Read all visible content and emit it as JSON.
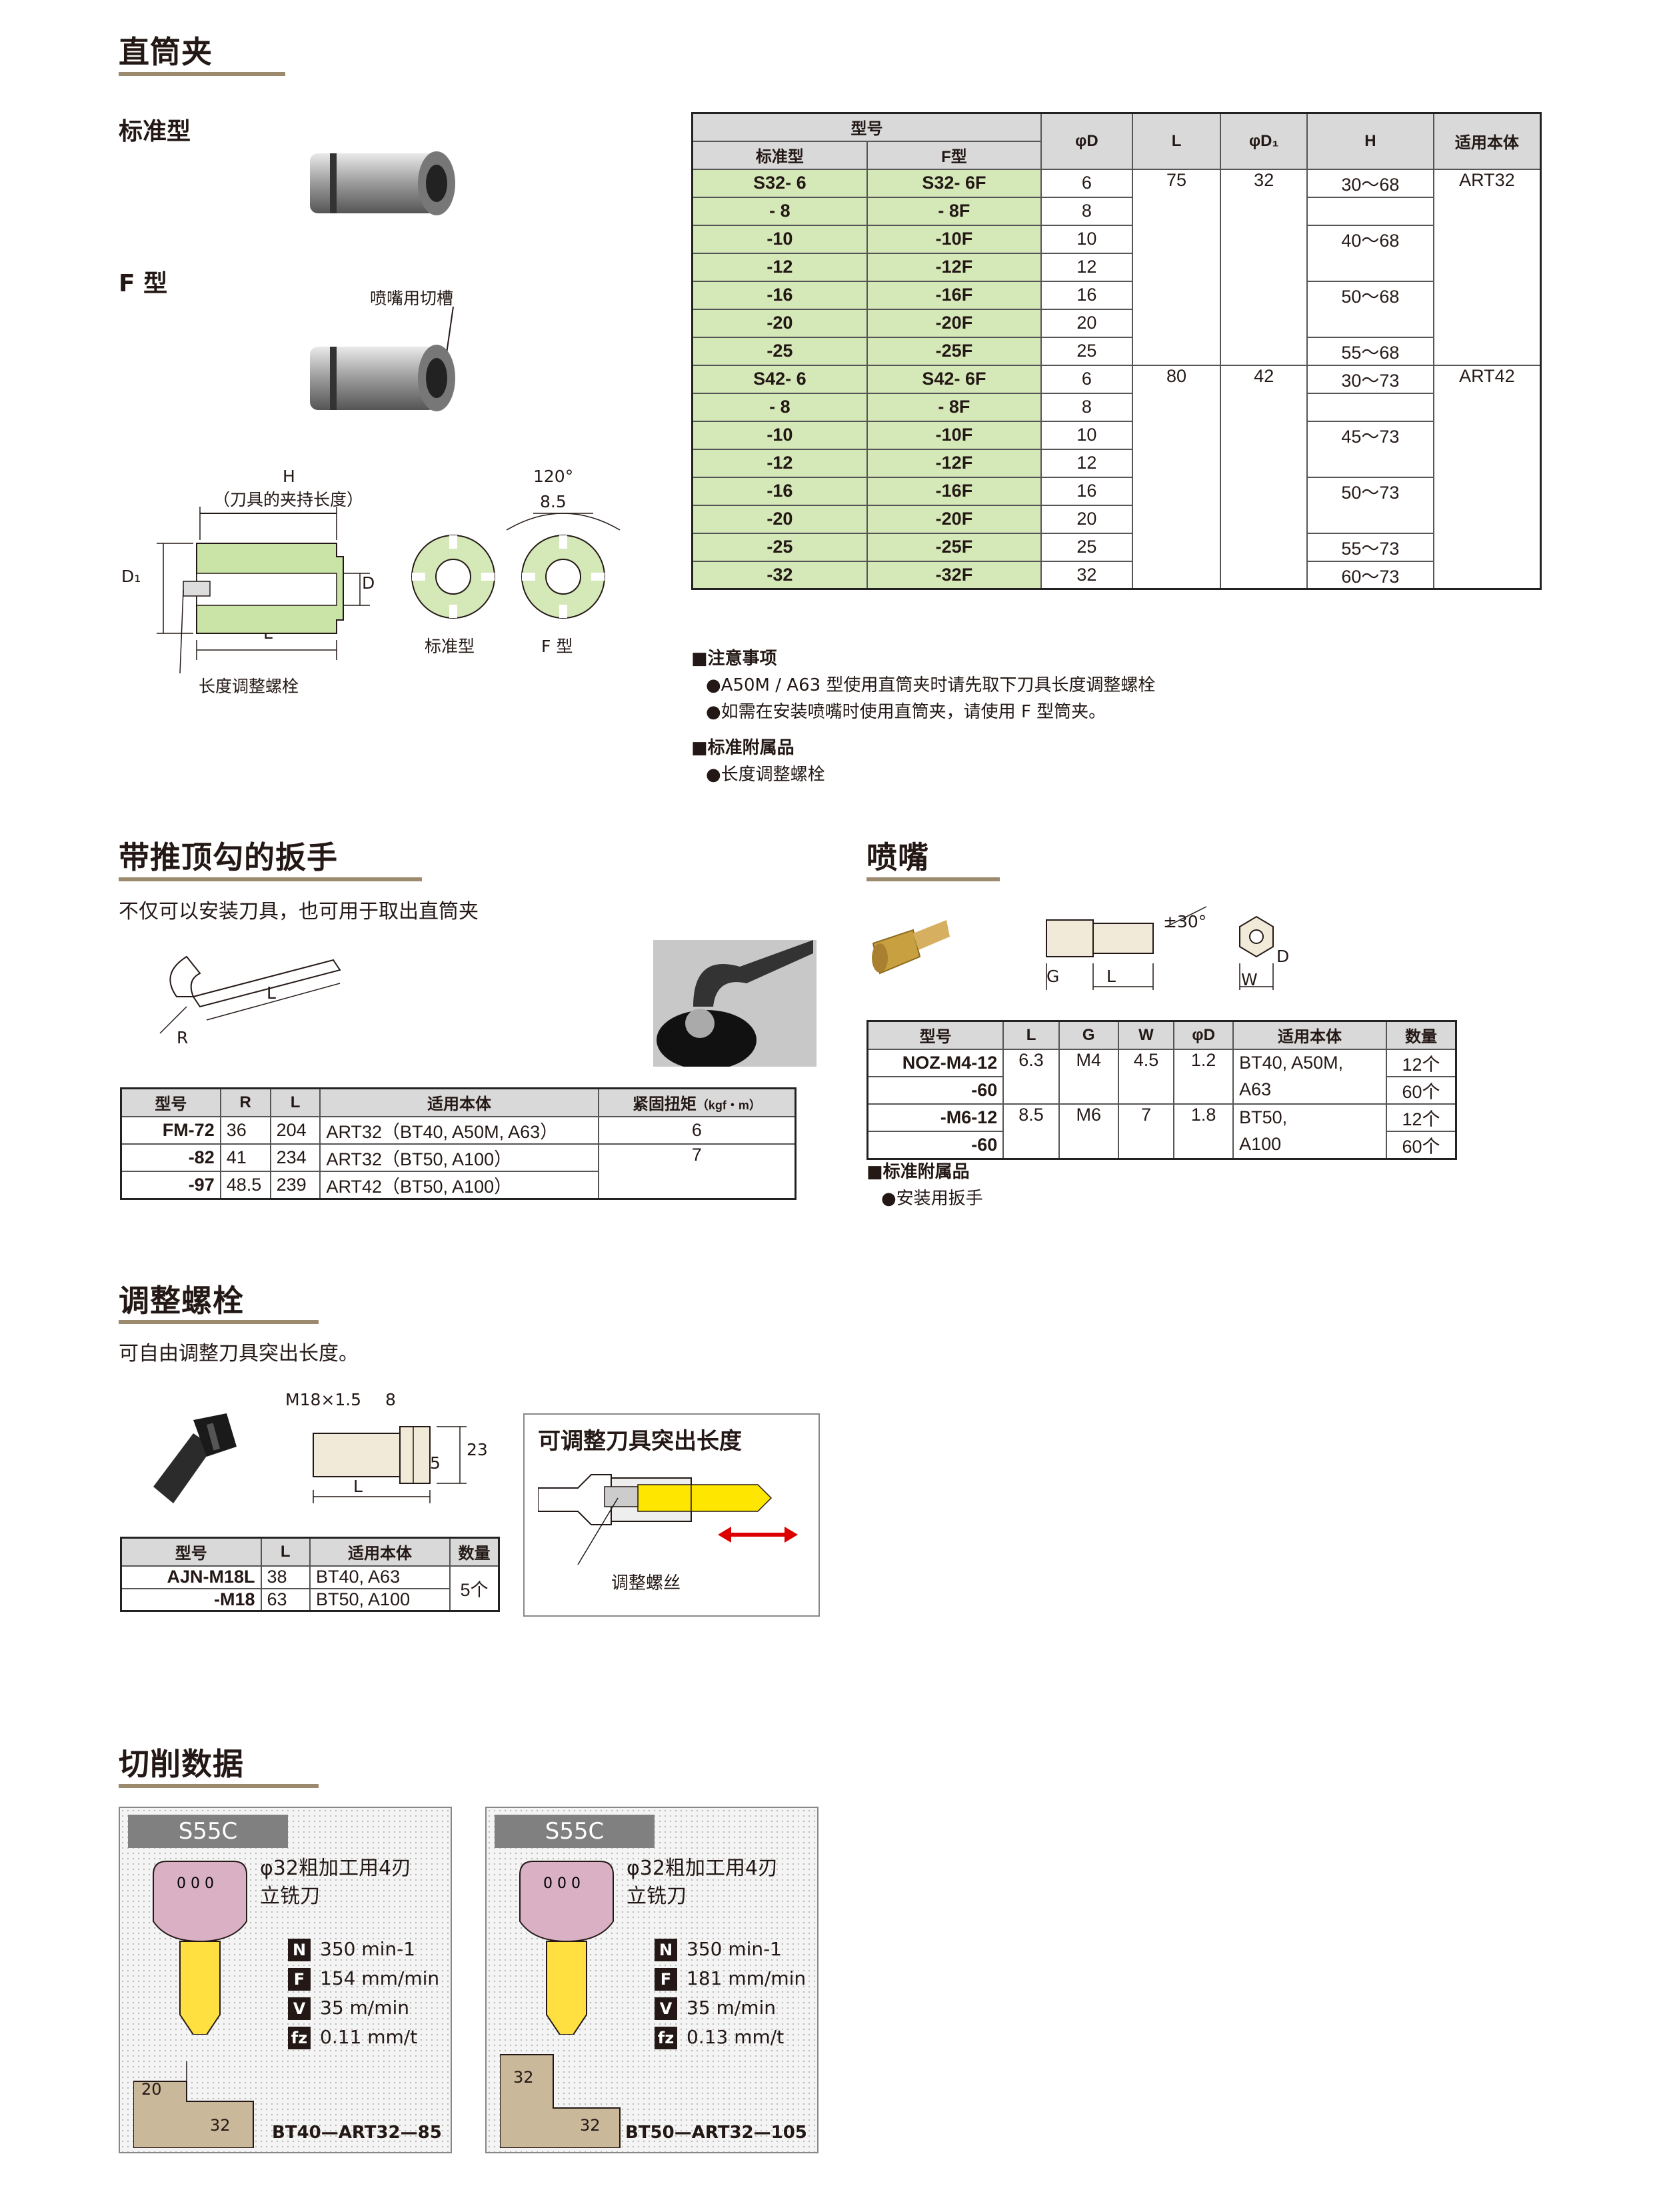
{
  "collet": {
    "title": "直筒夹",
    "std_label": "标准型",
    "f_label": "F 型",
    "slot_label": "喷嘴用切槽",
    "diagram": {
      "h": "H",
      "h_desc": "（刀具的夹持长度）",
      "d1": "D₁",
      "d": "D",
      "l": "L",
      "bolt": "长度调整螺栓",
      "angle": "120°",
      "dim": "8.5",
      "std": "标准型",
      "f": "F 型"
    },
    "table": {
      "h_model": "型号",
      "h_std": "标准型",
      "h_f": "F型",
      "h_d": "φD",
      "h_l": "L",
      "h_d1": "φD₁",
      "h_h": "H",
      "h_body": "适用本体",
      "rows": [
        [
          "S32- 6",
          "S32- 6F",
          "6"
        ],
        [
          "- 8",
          "- 8F",
          "8"
        ],
        [
          "-10",
          "-10F",
          "10"
        ],
        [
          "-12",
          "-12F",
          "12"
        ],
        [
          "-16",
          "-16F",
          "16"
        ],
        [
          "-20",
          "-20F",
          "20"
        ],
        [
          "-25",
          "-25F",
          "25"
        ],
        [
          "S42- 6",
          "S42- 6F",
          "6"
        ],
        [
          "- 8",
          "- 8F",
          "8"
        ],
        [
          "-10",
          "-10F",
          "10"
        ],
        [
          "-12",
          "-12F",
          "12"
        ],
        [
          "-16",
          "-16F",
          "16"
        ],
        [
          "-20",
          "-20F",
          "20"
        ],
        [
          "-25",
          "-25F",
          "25"
        ],
        [
          "-32",
          "-32F",
          "32"
        ]
      ],
      "g1": {
        "l": "75",
        "d1": "32",
        "body": "ART32",
        "h": [
          "30～68",
          "40～68",
          "50～68",
          "55～68"
        ]
      },
      "g2": {
        "l": "80",
        "d1": "42",
        "body": "ART42",
        "h": [
          "30～73",
          "45～73",
          "50～73",
          "55～73",
          "60～73"
        ]
      }
    },
    "notes": {
      "t1": "■注意事项",
      "n1": "●A50M / A63 型使用直筒夹时请先取下刀具长度调整螺栓",
      "n2": "●如需在安装喷嘴时使用直筒夹，请使用 F 型筒夹。",
      "t2": "■标准附属品",
      "n3": "●长度调整螺栓"
    }
  },
  "wrench": {
    "title": "带推顶勾的扳手",
    "desc": "不仅可以安装刀具，也可用于取出直筒夹",
    "dim_l": "L",
    "dim_r": "R",
    "table": {
      "headers": [
        "型号",
        "R",
        "L",
        "适用本体",
        "紧固扭矩"
      ],
      "unit": "（kgf・m）",
      "rows": [
        [
          "FM-72",
          "36",
          "204",
          "ART32（BT40, A50M, A63）"
        ],
        [
          "-82",
          "41",
          "234",
          "ART32（BT50, A100）"
        ],
        [
          "-97",
          "48.5",
          "239",
          "ART42（BT50, A100）"
        ]
      ],
      "torque": [
        "6",
        "7"
      ]
    }
  },
  "nozzle": {
    "title": "喷嘴",
    "dims": {
      "angle": "±30°",
      "g": "G",
      "l": "L",
      "w": "W",
      "d": "D"
    },
    "table": {
      "headers": [
        "型号",
        "L",
        "G",
        "W",
        "φD",
        "适用本体",
        "数量"
      ],
      "r1": {
        "model": "NOZ-M4-12",
        "l": "6.3",
        "g": "M4",
        "w": "4.5",
        "d": "1.2",
        "body": "BT40, A50M,",
        "qty": "12个"
      },
      "r2": {
        "model": "-60",
        "body": "A63",
        "qty": "60个"
      },
      "r3": {
        "model": "-M6-12",
        "l": "8.5",
        "g": "M6",
        "w": "7",
        "d": "1.8",
        "body": "BT50,",
        "qty": "12个"
      },
      "r4": {
        "model": "-60",
        "body": "A100",
        "qty": "60个"
      }
    },
    "acc_title": "■标准附属品",
    "acc": "●安装用扳手"
  },
  "bolt": {
    "title": "调整螺栓",
    "desc": "可自由调整刀具突出长度。",
    "dims": {
      "thread": "M18×1.5",
      "d8": "8",
      "d23": "23",
      "d5": "5",
      "l": "L"
    },
    "table": {
      "headers": [
        "型号",
        "L",
        "适用本体",
        "数量"
      ],
      "rows": [
        [
          "AJN-M18L",
          "38",
          "BT40, A63"
        ],
        [
          "-M18",
          "63",
          "BT50, A100"
        ]
      ],
      "qty": "5个"
    },
    "box_title": "可调整刀具突出长度",
    "box_label": "调整螺丝"
  },
  "cutting": {
    "title": "切削数据",
    "cards": [
      {
        "steel": "S55C",
        "tool1": "φ32粗加工用4刃",
        "tool2": "立铣刀",
        "n": "350  min-1",
        "f": "154  mm/min",
        "v": "35  m/min",
        "fz": "0.11  mm/t",
        "depth": "20",
        "width": "32",
        "code": "BT40—ART32—85"
      },
      {
        "steel": "S55C",
        "tool1": "φ32粗加工用4刃",
        "tool2": "立铣刀",
        "n": "350  min-1",
        "f": "181  mm/min",
        "v": "35  m/min",
        "fz": "0.13  mm/t",
        "depth": "32",
        "width": "32",
        "code": "BT50—ART32—105"
      }
    ],
    "labels": {
      "n": "N",
      "f": "F",
      "v": "V",
      "fz": "fz"
    }
  },
  "colors": {
    "green": "#d5e8b8",
    "header_gray": "#d9d9d9",
    "underline": "#9c8a6e",
    "steel_badge": "#808080"
  }
}
